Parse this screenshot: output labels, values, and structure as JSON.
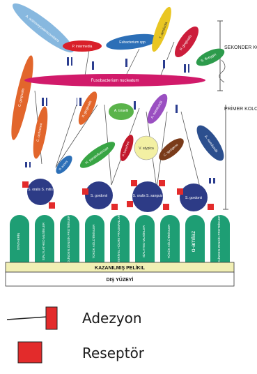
{
  "regions": {
    "secondary": "SEKONDER KOLONİZERLER",
    "primary": "PRİMER KOLONİZERLER"
  },
  "layers": {
    "pellicle": "KAZANILMIŞ PELİKIL",
    "surface": "DIŞ YÜZEYİ"
  },
  "receptor_labels": [
    "STATHERİN",
    "SİALYLATHED MUSİNLER",
    "PROLİNDEN ZENGİN PROTEİNLER",
    "TÜKÜK AĞLÜTİNİNLER",
    "BAKTERİYEL HÜCRE FRAGMANLARI",
    "SİALYTED MUSİNLER",
    "TÜKÜK AĞLÜTİNİNLER",
    "α-amilaz",
    "PROLİNDEN ZENGİN PROTEİNLER"
  ],
  "cocci": [
    {
      "label": "S. oralis S. mitis"
    },
    {
      "label": "S. gordonii"
    },
    {
      "label": "S. oralis S. sanguis"
    },
    {
      "label": "S. gordonii"
    }
  ],
  "bacteria": {
    "fusobacterium": "Fusobacterium nucleatum",
    "a_actino": "A. actinomycetemcomitans",
    "p_intermedia": "P. intermedia",
    "eubacterium": "Eubacterium spp",
    "t_denticola": "T. denticola",
    "p_gingivalis_top": "P. gingivalis",
    "s_flueggei": "S. flueggei",
    "c_gingivalis": "C. gingivalis",
    "c_ochracea": "C. ochracea",
    "p_gingivalis_mid": "P. gingivalis",
    "a_israelii": "A. israelii",
    "a_naeslundii": "A. naeslundii",
    "v_atypica": "V. atypica",
    "h_parainfluenzae": "H. parainfluenzae",
    "a_naeslundii_right": "A. naeslundii",
    "p_loescheii": "P. loescheii",
    "c_sputigena": "C. sputigena",
    "p_acnes": "P. acnes"
  },
  "legend": {
    "adhesion": "Adezyon",
    "receptor": "Reseptör"
  },
  "colors": {
    "green_receptor": "#1e9e74",
    "pellicle": "#f1efb4",
    "fusobacterium": "#d11a6a",
    "receptor_red": "#e32b2b"
  }
}
